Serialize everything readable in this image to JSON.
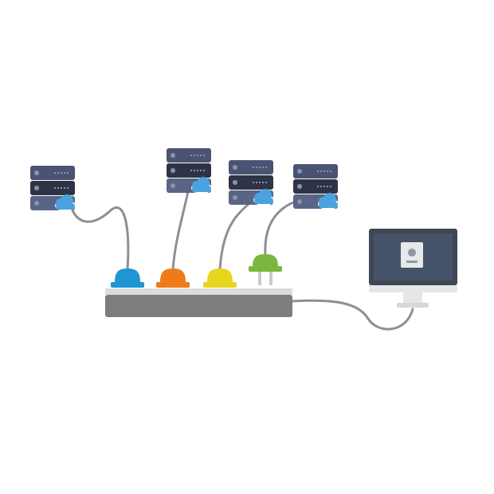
{
  "colors": {
    "background": "#ffffff",
    "server_dark": "#2e3446",
    "server_mid": "#4a5472",
    "server_light": "#5a6485",
    "cloud": "#4aa3df",
    "cable": "#8c9096",
    "strip_top": "#dcdcdc",
    "strip_body": "#7d7d7d",
    "plug_blue": "#1f96d3",
    "plug_orange": "#ee7a1a",
    "plug_yellow": "#e8d51f",
    "plug_green": "#7ab83d",
    "monitor_frame": "#3f4754",
    "monitor_screen": "#455368",
    "monitor_stand": "#e4e6e8"
  },
  "diagram": {
    "servers": [
      {
        "name": "server-1",
        "icon": "server-cloud-icon"
      },
      {
        "name": "server-2",
        "icon": "server-cloud-icon"
      },
      {
        "name": "server-3",
        "icon": "server-cloud-icon"
      },
      {
        "name": "server-4",
        "icon": "server-cloud-icon"
      }
    ],
    "plugs": [
      {
        "name": "plug-blue",
        "color": "#1f96d3",
        "state": "connected"
      },
      {
        "name": "plug-orange",
        "color": "#ee7a1a",
        "state": "connected"
      },
      {
        "name": "plug-yellow",
        "color": "#e8d51f",
        "state": "connected"
      },
      {
        "name": "plug-green",
        "color": "#7ab83d",
        "state": "unplugged"
      }
    ],
    "power_strip": {
      "icon": "power-strip-icon"
    },
    "monitor": {
      "icon": "monitor-user-icon"
    }
  }
}
